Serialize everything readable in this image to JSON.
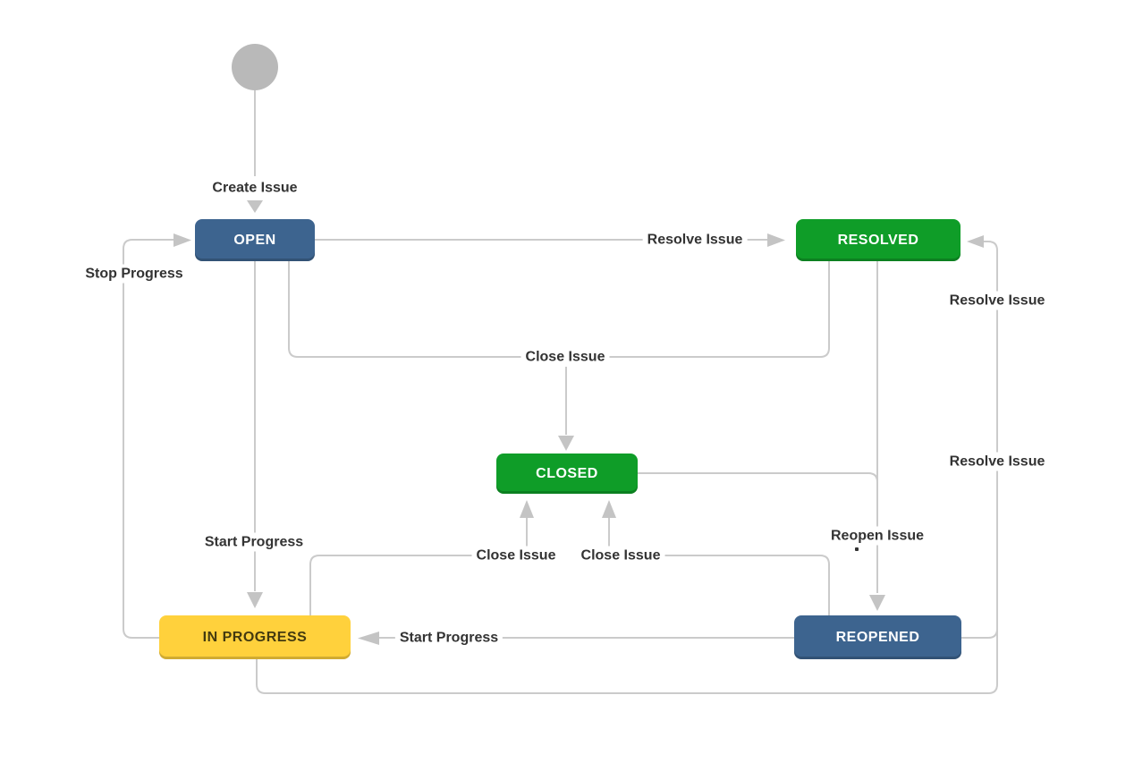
{
  "diagram_type": "issue-workflow-state-diagram",
  "colors": {
    "node_blue": "#3d648f",
    "node_green": "#0f9d28",
    "node_yellow": "#ffd13c",
    "node_yellow_text": "#433a10",
    "node_text": "#ffffff",
    "edge_line": "#cbcbcb",
    "arrowhead": "#c4c4c4",
    "start_circle": "#b9b9b9",
    "label_text": "#333333",
    "background": "#ffffff"
  },
  "nodes": {
    "open": {
      "label": "OPEN",
      "color": "#3d648f"
    },
    "resolved": {
      "label": "RESOLVED",
      "color": "#0f9d28"
    },
    "closed": {
      "label": "CLOSED",
      "color": "#0f9d28"
    },
    "in_progress": {
      "label": "IN PROGRESS",
      "color": "#ffd13c"
    },
    "reopened": {
      "label": "REOPENED",
      "color": "#3d648f"
    }
  },
  "edge_labels": {
    "create_issue": "Create Issue",
    "resolve_issue_open_to_resolved": "Resolve Issue",
    "stop_progress": "Stop Progress",
    "close_issue_open_resolved_to_closed": "Close Issue",
    "resolve_issue_right_upper": "Resolve Issue",
    "resolve_issue_right_lower": "Resolve Issue",
    "reopen_issue": "Reopen Issue",
    "close_issue_in_progress_to_closed": "Close Issue",
    "close_issue_reopened_to_closed": "Close Issue",
    "start_progress_open_to_in_progress": "Start Progress",
    "start_progress_reopened_to_in_progress": "Start Progress"
  }
}
